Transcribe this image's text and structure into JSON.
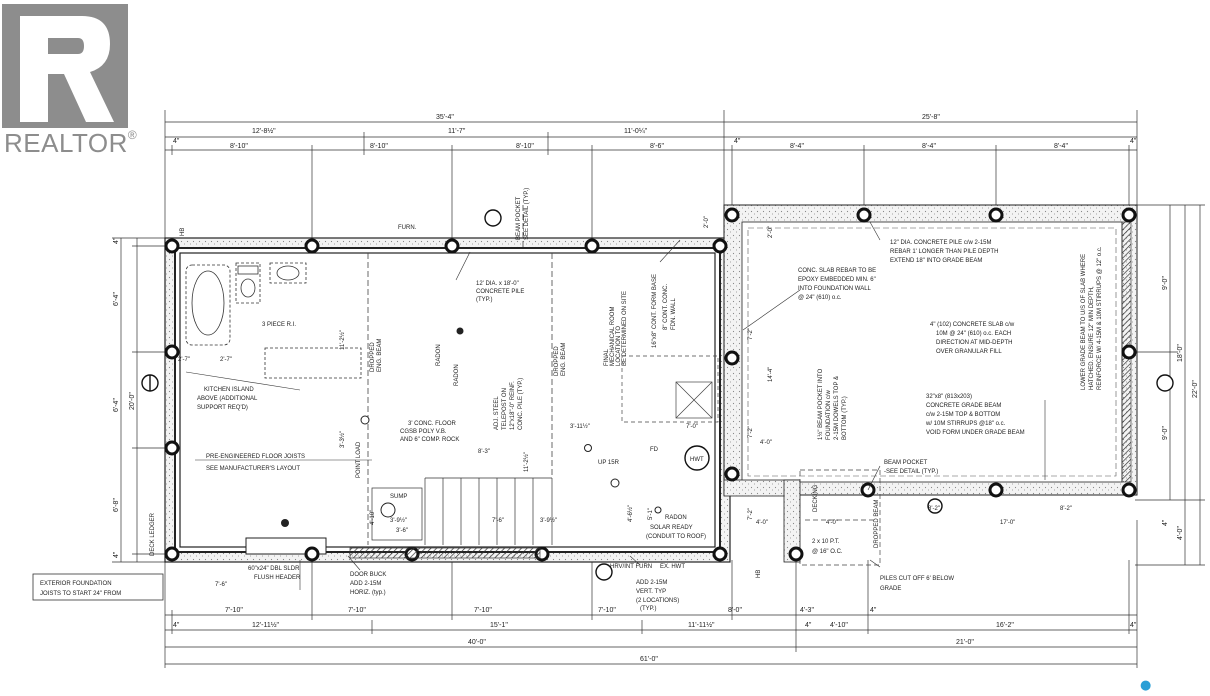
{
  "logo": {
    "text": "REALTOR",
    "reg": "®"
  },
  "dims_top": {
    "overall_left": "35'-4\"",
    "overall_right": "25'-8\"",
    "row2": [
      "12'-8½\"",
      "11'-7\"",
      "11'-0¼\""
    ],
    "row3": [
      "4\"",
      "8'-10\"",
      "8'-10\"",
      "8'-10\"",
      "8'-6\"",
      "4\"",
      "8'-4\"",
      "8'-4\"",
      "8'-4\"",
      "4\""
    ]
  },
  "dims_bottom": {
    "row1": [
      "7'-10\"",
      "7'-10\"",
      "7'-10\"",
      "7'-10\"",
      "8'-0\"",
      "4'-3\"",
      "4\""
    ],
    "row2": [
      "4\"",
      "12'-11½\"",
      "15'-1\"",
      "11'-11½\"",
      "4\"",
      "4'-10\"",
      "16'-2\"",
      "4\""
    ],
    "row3": [
      "40'-0\"",
      "21'-0\""
    ],
    "row4": "61'-0\""
  },
  "dims_left": [
    "4\"",
    "6'-4\"",
    "6'-4\"",
    "20'-0\"",
    "6'-8\"",
    "4\""
  ],
  "dims_right": [
    "9'-0\"",
    "9'-0\"",
    "18'-0\"",
    "22'-0\"",
    "4'-0\"",
    "4\""
  ],
  "notes": {
    "three_piece": "3 PIECE R.I.",
    "kitchen_island": [
      "KITCHEN ISLAND",
      "ABOVE (ADDITIONAL",
      "SUPPORT REQ'D)"
    ],
    "floor_joists": [
      "PRE-ENGINEERED FLOOR JOISTS",
      "SEE MANUFACTURER'S LAYOUT"
    ],
    "pile": [
      "12' DIA. x 18'-0\"",
      "CONCRETE PILE",
      "(TYP.)"
    ],
    "beam_pocket_top": [
      "BEAM POCKET",
      "SEE DETAIL (TYP.)"
    ],
    "dropped_beam_1": [
      "DROPPED",
      "ENG. BEAM"
    ],
    "dropped_beam_2": [
      "DROPPED",
      "ENG. BEAM"
    ],
    "radon": "RADON",
    "radon2": "RADON",
    "conc_floor": [
      "3' CONC. FLOOR",
      "CGSB POLY V.B.",
      "AND 6\" COMP. ROCK"
    ],
    "steel_post": [
      "ADJ. STEEL",
      "TELEPOST ON",
      "12\"x18\"-0\" REINF.",
      "CONC. PILE (TYP.)"
    ],
    "form_base": [
      "16\"x8\" CONT. FORM BASE",
      "8\" CONT. CONC.",
      "FDN. WALL"
    ],
    "slab_rebar": [
      "CONC. SLAB REBAR TO BE",
      "EPOXY EMBEDDED MIN. 6\"",
      "INTO FOUNDATION WALL",
      "@ 24\" (610) o.c."
    ],
    "pile_right": [
      "12\" DIA. CONCRETE PILE c/w 2-15M",
      "REBAR 1' LONGER THAN PILE DEPTH",
      "EXTEND 18\" INTO GRADE BEAM"
    ],
    "slab4": [
      "4\" (102) CONCRETE SLAB c/w",
      "10M @ 24\" (610) o.c. EACH",
      "DIRECTION AT MID-DEPTH",
      "OVER GRANULAR FILL"
    ],
    "grade_beam": [
      "32\"x8\" (813x203)",
      "CONCRETE GRADE BEAM",
      "c/w 2-15M TOP & BOTTOM",
      "w/ 10M STIRRUPS @18\" o.c.",
      "VOID FORM UNDER GRADE BEAM"
    ],
    "lower_grade": [
      "LOWER GRADE BEAM TO U/S OF SLAB WHERE",
      "HATCHED. ENSURE 12\" MIN DEPTH,",
      "REINFORCE W/ 4-15M & 10M STIRRUPS @ 12\" o.c."
    ],
    "beam_pocket_into": [
      "1½\" BEAM POCKET INTO",
      "FOUNDATION c/w",
      "2-15M DOWELS TOP &",
      "BOTTOM (TYP.)"
    ],
    "beam_pocket_right": [
      "BEAM POCKET",
      "-SEE DETAIL (TYP.)"
    ],
    "sump": "SUMP",
    "up": "UP 15R",
    "hwt": "HWT",
    "solar": [
      "SOLAR READY",
      "(CONDUIT TO ROOF)"
    ],
    "point_load": "POINT LOAD",
    "sldr": [
      "60\"x24\" DBL SLDR",
      "FLUSH HEADER"
    ],
    "door_buck": [
      "DOOR BUCK",
      "ADD 2-15M",
      "HORIZ. (typ.)"
    ],
    "vert": [
      "ADD 2-15M",
      "VERT. TYP",
      "(2 LOCATIONS)",
      "(TYP.)"
    ],
    "hrv": "HRV/INT FURN",
    "ex": "EX. HWT",
    "decking": "DECKING",
    "ptwood": [
      "2 x 10 P.T.",
      "@ 16\" O.C."
    ],
    "dropped_beam_3": "DROPPED BEAM",
    "piles_cut": [
      "PILES CUT OFF 6' BELOW",
      "GRADE"
    ],
    "exterior": [
      "EXTERIOR FOUNDATION",
      "JOISTS TO START 24\" FROM"
    ],
    "deck_ledger": "DECK LEDGER",
    "mech_room": [
      "FINAL",
      "MECHANICAL ROOM",
      "LOCATION TO",
      "BE DETERMINED ON SITE"
    ],
    "furn": "FURN.",
    "fd": "FD",
    "hb": "HB",
    "misc_dims": [
      "2'-7\"",
      "2'-7\"",
      "11'-2½\"",
      "3'-3½\"",
      "4'-10\"",
      "3'-9½\"",
      "7'-6\"",
      "3'-9½\"",
      "8'-3\"",
      "3'-11½\"",
      "7'-0\"",
      "11'-2½\"",
      "4'-0\"",
      "4'-6½\"",
      "5'-1\"",
      "4'-0\"",
      "4'-0\"",
      "8'-2\"",
      "8'-2\"",
      "17'-0\"",
      "7'-2\"",
      "7'-2\"",
      "14'-4\"",
      "7'-2\"",
      "2'-0\"",
      "2'-0\"",
      "3'-6\"",
      "7'-6\""
    ]
  }
}
